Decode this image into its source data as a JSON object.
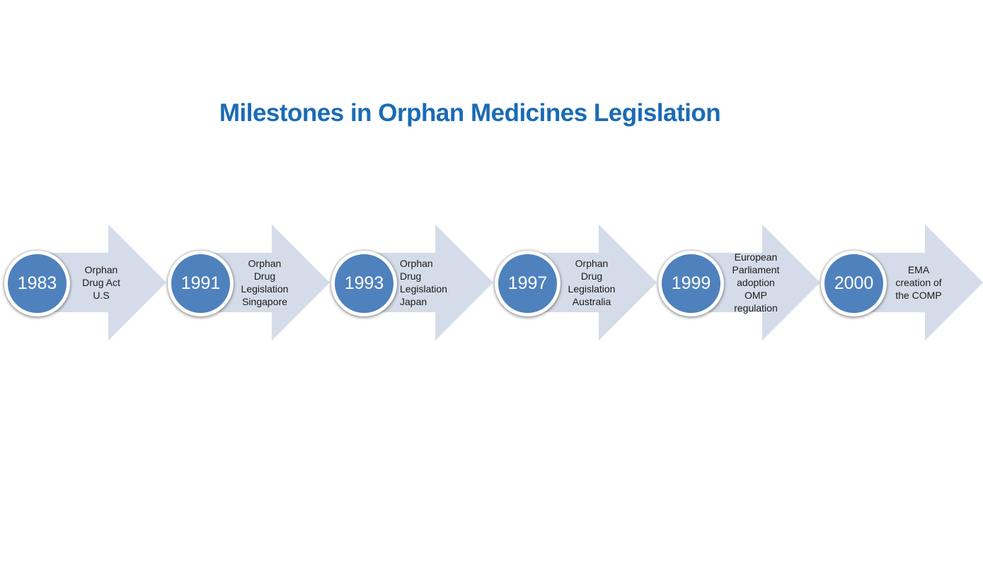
{
  "title": "Milestones in Orphan Medicines Legislation",
  "colors": {
    "title": "#1a6bb5",
    "circle": "#4f81bd",
    "arrow": "#d5dce9",
    "text": "#1a1a1a"
  },
  "milestones": [
    {
      "year": "1983",
      "lines": [
        "Orphan",
        "Drug Act",
        "U.S"
      ]
    },
    {
      "year": "1991",
      "lines": [
        "Orphan",
        "Drug",
        "Legislation",
        "Singapore"
      ]
    },
    {
      "year": "1993",
      "lines": [
        "Orphan",
        "Drug",
        "Legislation",
        "Japan"
      ]
    },
    {
      "year": "1997",
      "lines": [
        "Orphan",
        "Drug",
        "Legislation",
        "Australia"
      ]
    },
    {
      "year": "1999",
      "lines": [
        "European",
        "Parliament",
        "adoption",
        "OMP",
        "regulation"
      ]
    },
    {
      "year": "2000",
      "lines": [
        "EMA",
        "creation of",
        "the COMP"
      ]
    }
  ]
}
